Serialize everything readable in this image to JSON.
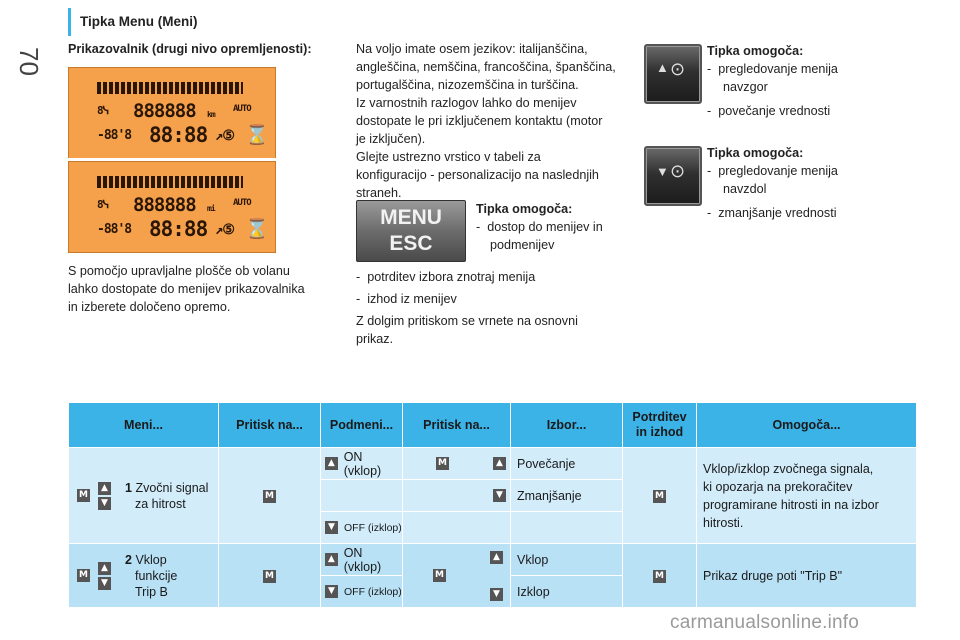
{
  "header": {
    "title": "Tipka Menu (Meni)",
    "page_number": "70"
  },
  "col1": {
    "heading": "Prikazovalnik (drugi nivo opremljenosti):",
    "lcd_top": {
      "digits": "888888",
      "unit": "km",
      "auto": "AUTO",
      "time": "88:88",
      "temp": "-88'8"
    },
    "lcd_bottom": {
      "digits": "888888",
      "unit": "mi",
      "auto": "AUTO",
      "time": "88:88",
      "temp": "-88'8"
    },
    "body": [
      "S pomočjo upravljalne plošče ob volanu",
      "lahko dostopate do menijev prikazovalnika",
      "in izberete določeno opremo."
    ]
  },
  "col2": {
    "body": [
      "Na voljo imate osem jezikov: italijanščina,",
      "angleščina, nemščina, francoščina, španščina,",
      "portugalščina, nizozemščina in turščina.",
      "Iz varnostnih razlogov lahko do menijev",
      "dostopate le pri izključenem kontaktu (motor",
      "je izključen).",
      "Glejte ustrezno vrstico v tabeli za",
      "konfiguracijo - personalizacijo na naslednjih",
      "straneh."
    ],
    "menu_key": {
      "line1": "MENU",
      "line2": "ESC"
    },
    "menu_title": "Tipka omogoča:",
    "menu_items": [
      "dostop do menijev in",
      "podmenijev"
    ],
    "list": [
      "potrditev izbora znotraj menija",
      "izhod iz menijev"
    ],
    "note": [
      "Z dolgim pritiskom se vrnete na osnovni",
      "prikaz."
    ]
  },
  "col3": {
    "up": {
      "title": "Tipka omogoča:",
      "items": [
        "pregledovanje menija",
        "navzgor",
        "povečanje vrednosti"
      ]
    },
    "down": {
      "title": "Tipka omogoča:",
      "items": [
        "pregledovanje menija",
        "navzdol",
        "zmanjšanje vrednosti"
      ]
    }
  },
  "icons": {
    "up": "▲",
    "down": "▼",
    "menu_key": "M",
    "dash": "-"
  },
  "table": {
    "headers": [
      "Meni...",
      "Pritisk na...",
      "Podmeni...",
      "Pritisk na...",
      "Izbor...",
      "Potrditev\nin izhod",
      "Omogoča..."
    ],
    "row1": {
      "num": "1",
      "menu": [
        "Zvočni signal",
        "za hitrost"
      ],
      "sub_on": "ON (vklop)",
      "sub_off": "OFF (izklop)",
      "sel_inc": "Povečanje",
      "sel_dec": "Zmanjšanje",
      "desc": [
        "Vklop/izklop zvočnega signala,",
        "ki opozarja na prekoračitev",
        "programirane hitrosti in na izbor",
        "hitrosti."
      ]
    },
    "row2": {
      "num": "2",
      "menu": [
        "Vklop",
        "funkcije",
        "Trip B"
      ],
      "sub_on": "ON (vklop)",
      "sub_off": "OFF (izklop)",
      "sel_on": "Vklop",
      "sel_off": "Izklop",
      "desc": "Prikaz druge poti \"Trip B\""
    }
  },
  "watermark": "carmanualsonline.info"
}
